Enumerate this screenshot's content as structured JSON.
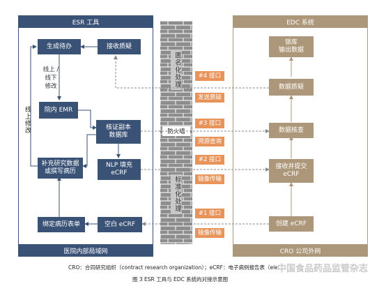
{
  "esr_panel": {
    "title": "ESR 工具",
    "footer": "医院内部局域网",
    "boxes": {
      "generate": "生成待办",
      "receive_query": "接收质疑",
      "hospital_emr": "院内 EMR",
      "source_db": "核证副本\n数据库",
      "supplement": "补充研究数据\n或撰写病历",
      "nlp_fill": "NLP 填充\neCRF",
      "bind_form": "绑定病历表单",
      "blank_ecrf": "空白 eCRF"
    },
    "notes": {
      "online_offline": "线上 /\n线下\n修改",
      "online_modify": "线上修改"
    }
  },
  "edc_panel": {
    "title": "EDC 系统",
    "footer": "CRO 公司外网",
    "boxes": {
      "lock_export": "锁库\n输出数据",
      "data_query": "数据质疑",
      "data_verify": "数据核查",
      "receive_submit": "接收并提交\neCRF",
      "create_ecrf": "创建 eCRF"
    }
  },
  "middle": {
    "firewall": "防火墙",
    "anonymize": "匿名化处理",
    "standardize": "标准化处理",
    "interfaces": [
      {
        "id": "#4 接口",
        "action": "发送质疑"
      },
      {
        "id": "#3 接口",
        "action": "溯源查询"
      },
      {
        "id": "#2 接口",
        "action": "镜像传输"
      },
      {
        "id": "#1 接口",
        "action": "镜像传输"
      }
    ]
  },
  "footnote": "CRO：合同研究组织（contract research organization）；eCRF：电子病例报告表（ele",
  "caption": "图 3   ESR 工具与 EDC 系统的对接示意图",
  "watermark": "中国食品药品监管杂志",
  "colors": {
    "esr_blue": "#3a5275",
    "edc_tan": "#ad977a",
    "interface_orange": "#e8935a",
    "wall_gray": "#8d8d8d"
  }
}
